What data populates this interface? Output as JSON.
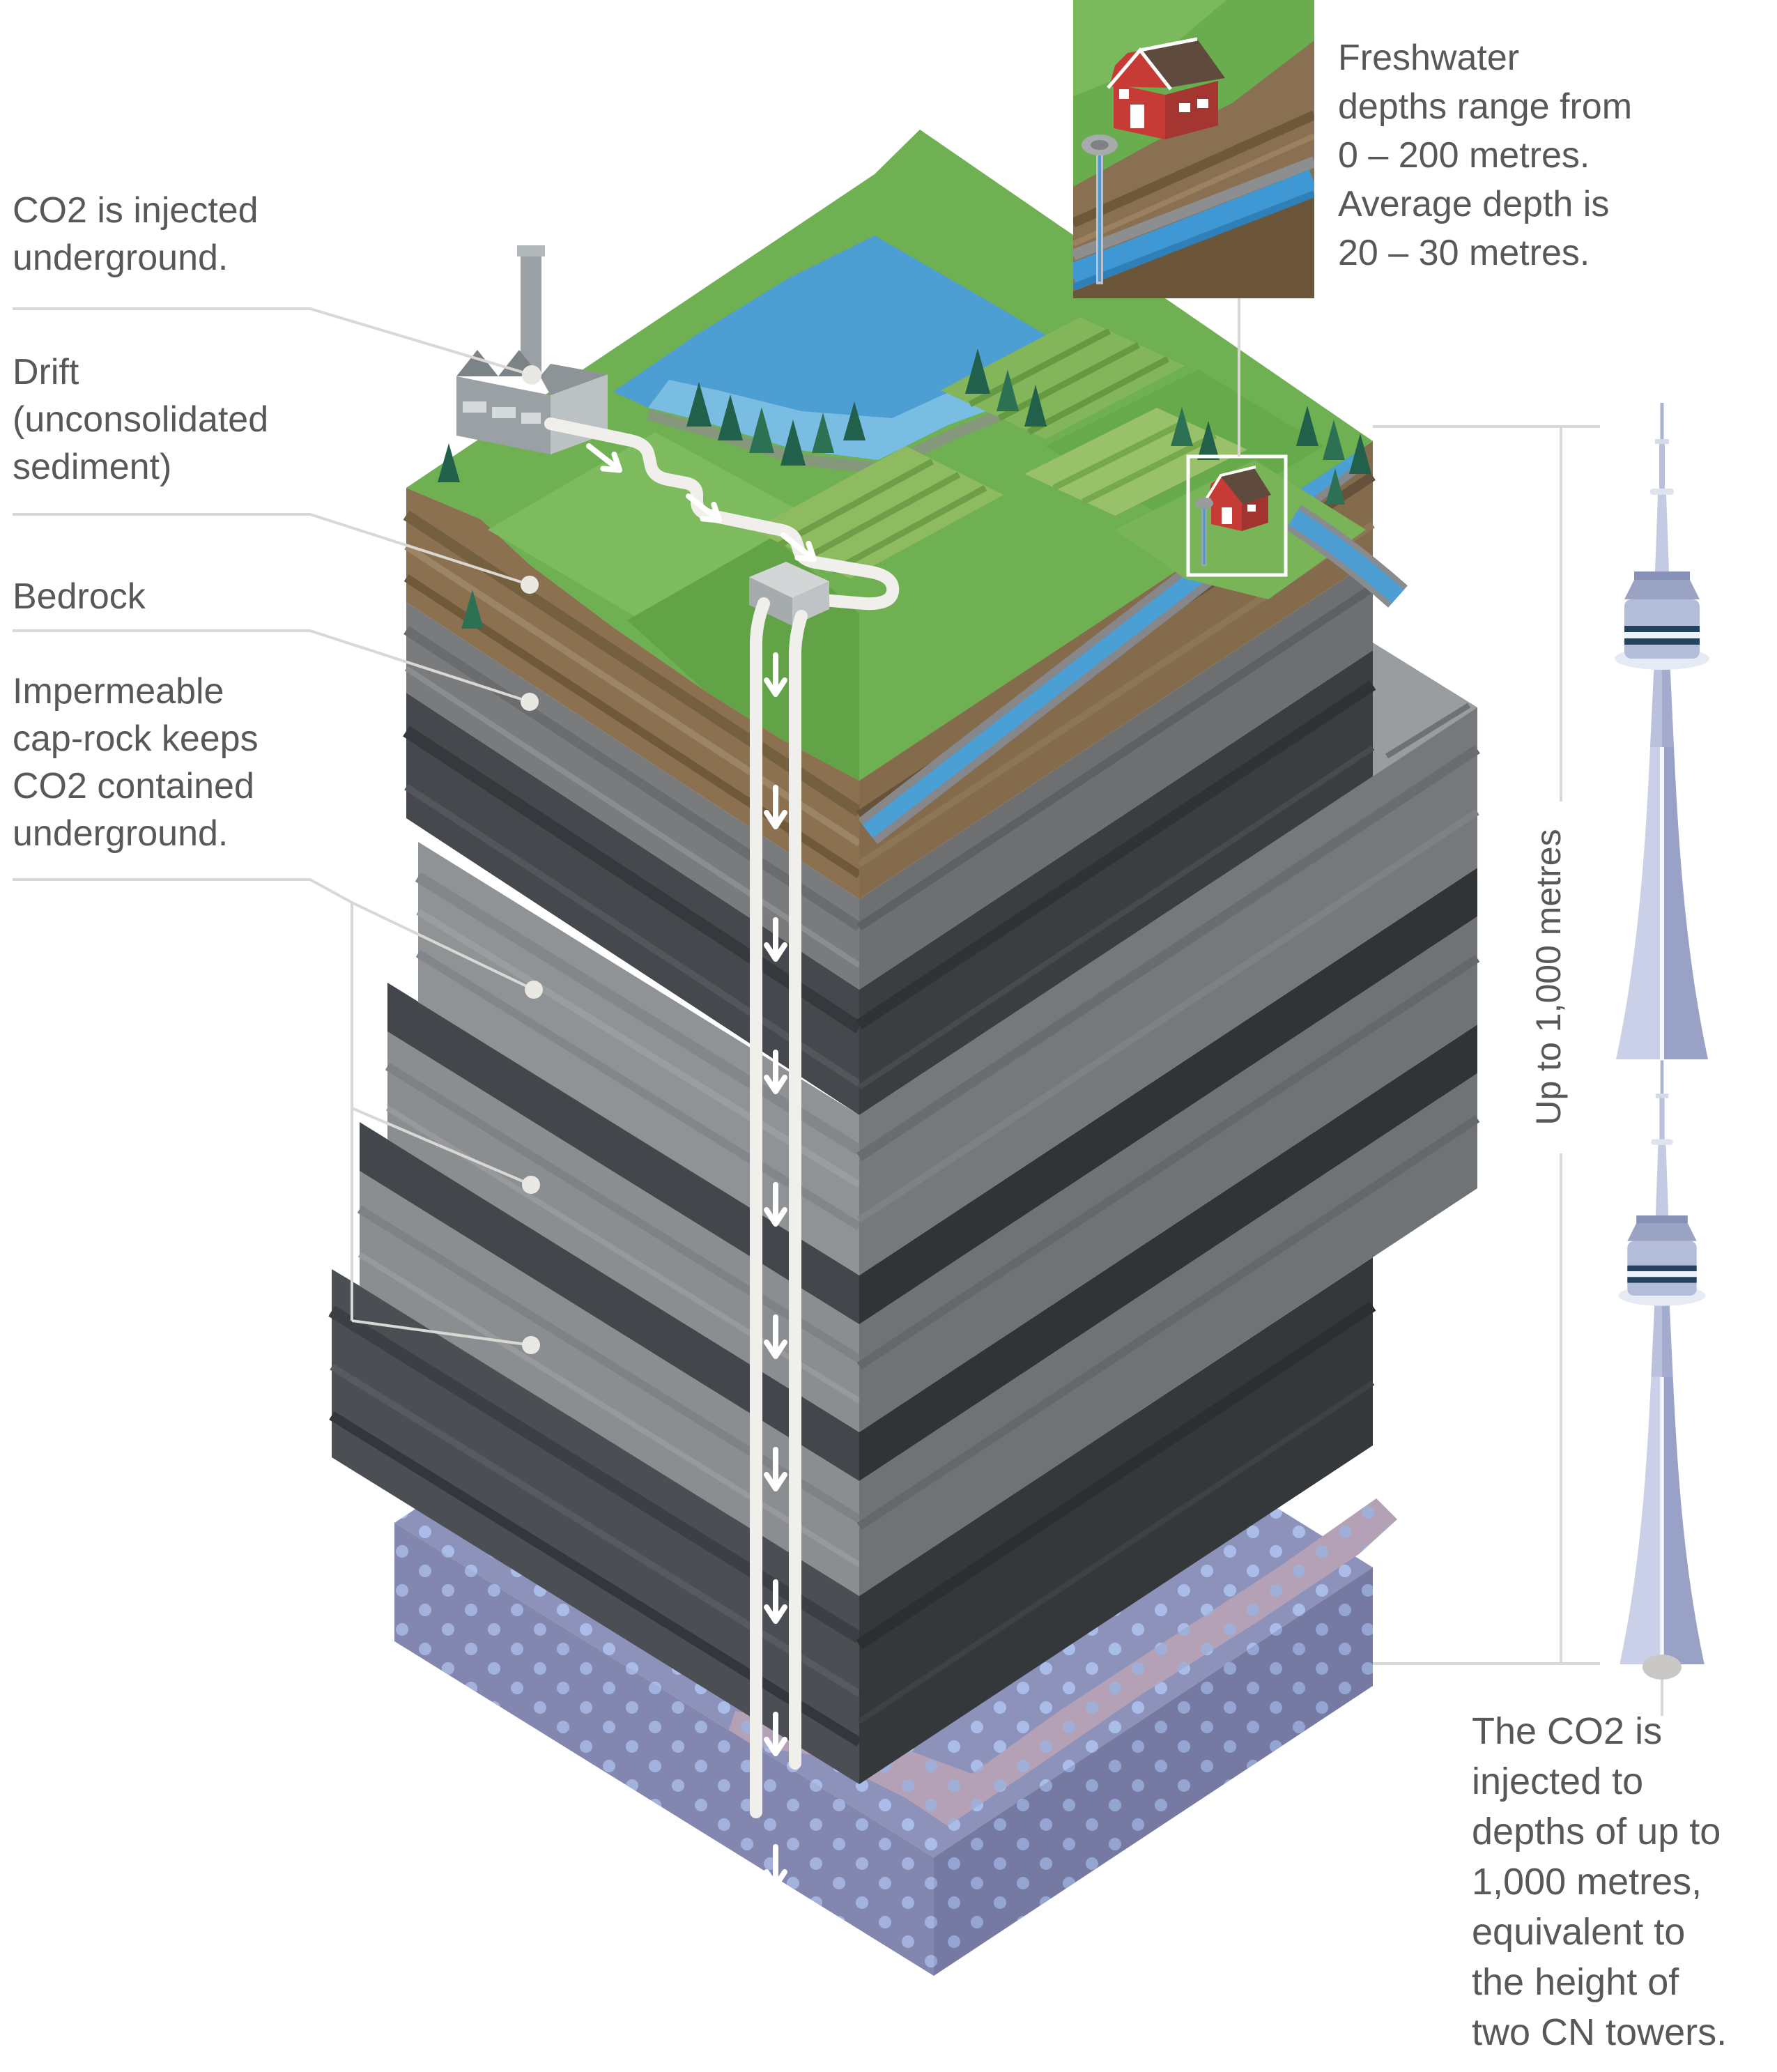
{
  "labels": {
    "co2_injected": [
      "CO2 is injected",
      "underground."
    ],
    "drift": [
      "Drift",
      "(unconsolidated",
      "sediment)"
    ],
    "bedrock": [
      "Bedrock"
    ],
    "caprock": [
      "Impermeable",
      "cap-rock keeps",
      "CO2 contained",
      "underground."
    ],
    "freshwater": [
      "Freshwater",
      "depths range from",
      "0 – 200 metres.",
      "Average depth is",
      "20 – 30 metres."
    ],
    "depth_note": [
      "The CO2 is",
      "injected to",
      "depths of up to",
      "1,000 metres,",
      "equivalent to",
      "the height of",
      "two CN towers."
    ],
    "scale": "Up to 1,000 metres"
  },
  "colors": {
    "text": "#57585a",
    "leader_line": "#d9d8d4",
    "surface_green": "#6fb053",
    "water_blue": "#4c9ed3",
    "drift_brown": "#8b7150",
    "bedrock_gray": "#797b7d",
    "caprock_dark": "#45484c",
    "reservoir_gray": "#909396",
    "saline_lavender": "#8d92ba",
    "co2_plume_pink": "#b5a1b5",
    "well_pipe_white": "#f0efec",
    "cn_tower_blue": "#c9d0e7",
    "barn_red": "#c63b36"
  },
  "scene": {
    "surface_features": [
      "factory",
      "pipeline",
      "injection-wellhead",
      "barn",
      "freshwater-well",
      "lake",
      "river",
      "trees",
      "crop-fields"
    ],
    "subsurface_features": [
      "drift",
      "bedrock",
      "impermeable-cap-rock",
      "rock-layers",
      "saline-aquifer",
      "co2-plume",
      "injection-well-pipes"
    ],
    "reference_objects": [
      "cn-tower",
      "cn-tower",
      "depth-scale-line",
      "freshwater-inset"
    ]
  }
}
